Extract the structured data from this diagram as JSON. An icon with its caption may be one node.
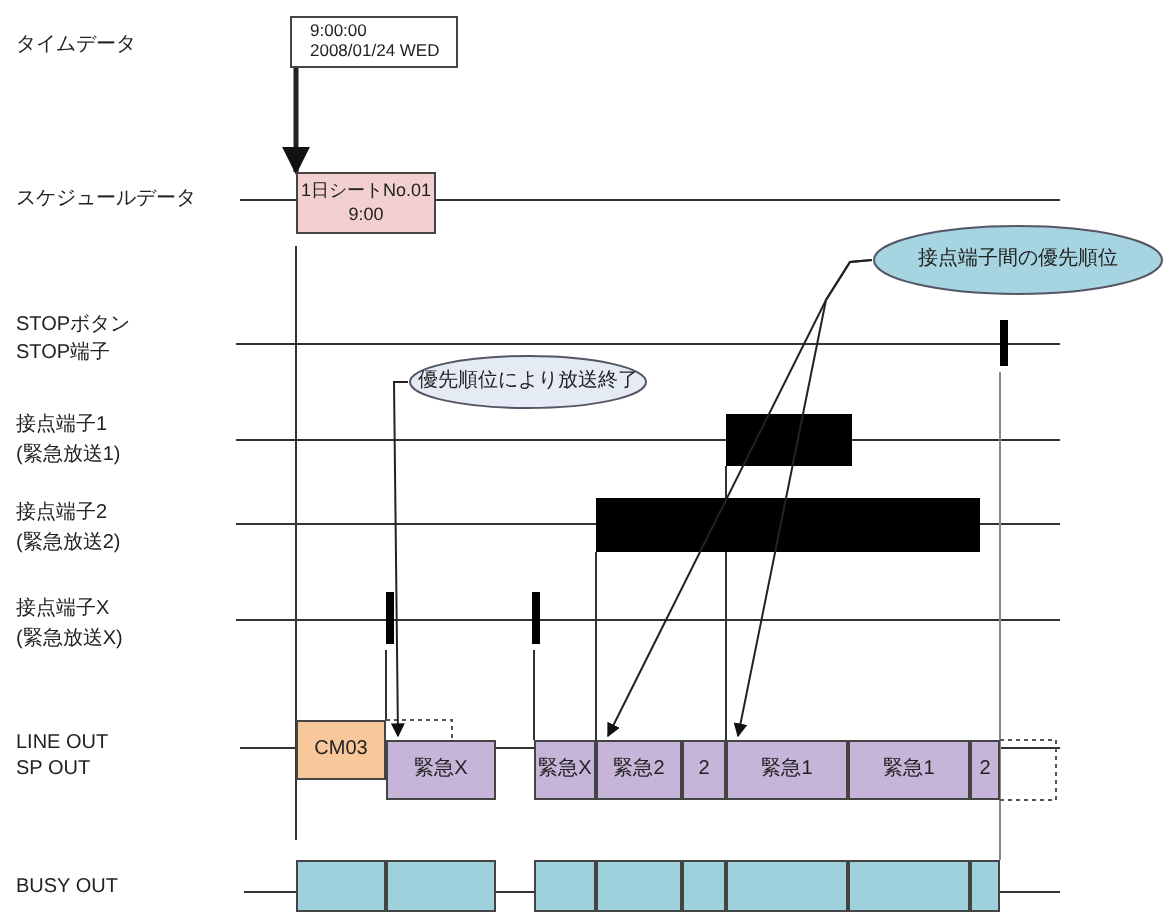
{
  "diagram": {
    "nodes": [
      {
        "text": [
          "9:00:00 2008/01/24 WED"
        ]
      },
      {
        "text": [
          "1日シートNo.01 9:00"
        ]
      },
      {
        "text": [
          "接点端子間の優先順位"
        ]
      },
      {
        "text": [
          "優先順位により放送終了"
        ]
      },
      {
        "text": [
          "CM03"
        ]
      },
      {
        "text": [
          "緊急X"
        ]
      },
      {
        "text": [
          "緊急X"
        ]
      },
      {
        "text": [
          "緊急2"
        ]
      },
      {
        "text": [
          "2"
        ]
      },
      {
        "text": [
          "緊急1"
        ]
      },
      {
        "text": [
          "緊急1"
        ]
      },
      {
        "text": [
          "2"
        ]
      },
      {
        "text": [],
        "shape": "box"
      },
      {
        "text": [],
        "shape": "box"
      },
      {
        "text": [],
        "shape": "box"
      },
      {
        "text": [],
        "shape": "box"
      },
      {
        "text": [],
        "shape": "box"
      },
      {
        "text": [],
        "shape": "box"
      },
      {
        "text": [],
        "shape": "box"
      },
      {
        "text": [],
        "shape": "box"
      }
    ],
    "edges": [
      {
        "from": 0,
        "to": 1,
        "arrow": "to",
        "style": "thick"
      },
      {
        "from": 3,
        "to": 5,
        "arrow": "to"
      },
      {
        "from": 2,
        "to": 7,
        "arrow": "to"
      },
      {
        "from": 2,
        "to": 9,
        "arrow": "to"
      }
    ],
    "labels": [
      "タイムデータ",
      "スケジュールデータ",
      "STOPボタン",
      "STOP端子",
      "接点端子1",
      "(緊急放送1)",
      "接点端子2",
      "(緊急放送2)",
      "接点端子X",
      "(緊急放送X)",
      "LINE OUT",
      "SP OUT",
      "BUSY OUT"
    ]
  }
}
